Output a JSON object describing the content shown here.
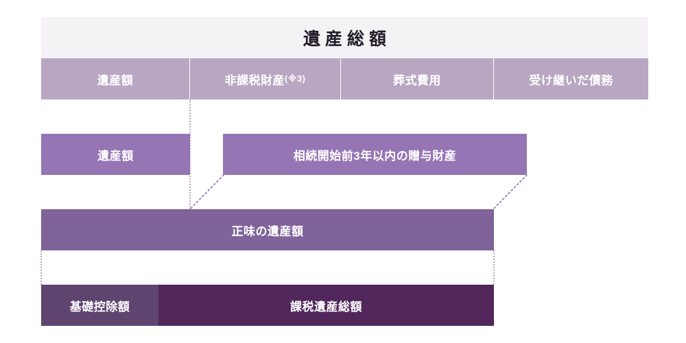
{
  "diagram": {
    "title": "遺産総額",
    "accent_colors": {
      "title_band": "#f4f2f4",
      "title_text": "#231c2a",
      "components_band": "#b9a6c2",
      "estate_row": "#9575b4",
      "net_estate": "#7f6399",
      "basic_deduction": "#5f4470",
      "taxable_estate": "#51275c",
      "connector": "#b9a6c2"
    },
    "rows": {
      "components": {
        "cells": [
          {
            "label": "遺産額",
            "note": ""
          },
          {
            "label": "非課税財産",
            "note": "(※3)"
          },
          {
            "label": "葬式費用",
            "note": ""
          },
          {
            "label": "受け継いだ債務",
            "note": ""
          }
        ]
      },
      "estate_and_gifts": {
        "estate_label": "遺産額",
        "gift_label": "相続開始前3年以内の贈与財産"
      },
      "net_estate": {
        "label": "正味の遺産額"
      },
      "taxable": {
        "deduction_label": "基礎控除額",
        "taxable_label": "課税遺産総額"
      }
    }
  }
}
